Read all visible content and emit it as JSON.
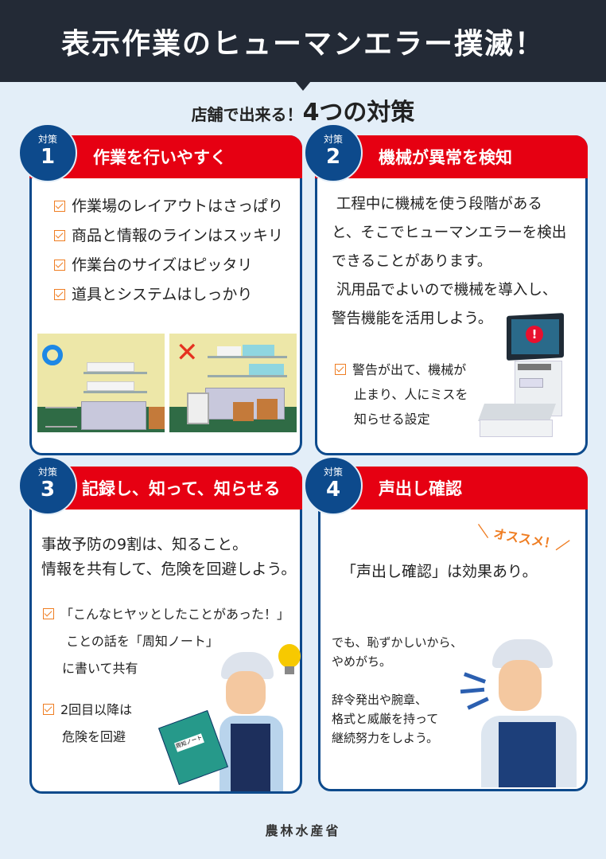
{
  "header": {
    "title": "表示作業のヒューマンエラー撲滅！"
  },
  "subtitle": {
    "prefix": "店舗で出来る！",
    "highlight": "4つの対策"
  },
  "colors": {
    "header_bg": "#232a36",
    "page_bg": "#e3eef8",
    "card_border": "#0d4a8c",
    "title_bar": "#e60012",
    "check": "#ef7d22"
  },
  "cards": [
    {
      "badge_label": "対策",
      "number": "1",
      "title": "作業を行いやすく",
      "items": [
        "作業場のレイアウトはさっぱり",
        "商品と情報のラインはスッキリ",
        "作業台のサイズはピッタリ",
        "道具とシステムはしっかり"
      ],
      "images": [
        {
          "mark": "○",
          "desc": "整理された作業場"
        },
        {
          "mark": "✕",
          "desc": "散らかった作業場"
        }
      ]
    },
    {
      "badge_label": "対策",
      "number": "2",
      "title": "機械が異常を検知",
      "paragraphs": [
        "工程中に機械を使う段階があると、そこでヒューマンエラーを検出できることがあります。",
        "汎用品でよいので機械を導入し、警告機能を活用しよう。"
      ],
      "lines": [
        " 工程中に機械を使う段階がある",
        "と、そこでヒューマンエラーを検出",
        "できることがあります。",
        " 汎用品でよいので機械を導入し、",
        "警告機能を活用しよう。"
      ],
      "check_lines": [
        "警告が出て、機械が",
        "止まり、人にミスを",
        "知らせる設定"
      ]
    },
    {
      "badge_label": "対策",
      "number": "3",
      "title": "記録し、知って、知らせる",
      "lines": [
        "事故予防の9割は、知ること。",
        "情報を共有して、危険を回避しよう。"
      ],
      "check1": [
        "「こんなヒヤッとしたことがあった！」",
        " ことの話を「周知ノート」",
        "に書いて共有"
      ],
      "check2": [
        "2回目以降は",
        "危険を回避"
      ],
      "notebook_label": "周知ノート"
    },
    {
      "badge_label": "対策",
      "number": "4",
      "title": "声出し確認",
      "callout": "＼ オススメ！／",
      "main": "「声出し確認」は効果あり。",
      "para1": [
        "でも、恥ずかしいから、",
        "やめがち。"
      ],
      "para2": [
        "辞令発出や腕章、",
        "格式と威厳を持って",
        "継続努力をしよう。"
      ]
    }
  ],
  "footer": {
    "org": "農林水産省"
  }
}
